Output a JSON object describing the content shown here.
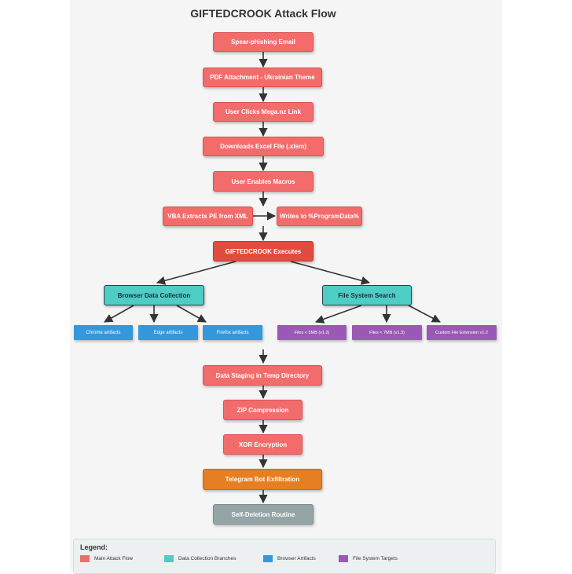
{
  "title": "GIFTEDCROOK Attack Flow",
  "main_flow": {
    "spear_phishing": "Spear-phishing Email",
    "pdf_attachment": "PDF Attachment - Ukrainian Theme",
    "user_clicks": "User Clicks Mega.nz Link",
    "downloads_excel": "Downloads Excel File (.xlsm)",
    "enables_macros": "User Enables Macros",
    "vba_extracts": "VBA Extracts PE from XML",
    "writes_to": "Writes to %ProgramData%",
    "executes": "GIFTEDCROOK Executes"
  },
  "branches": {
    "browser": "Browser Data Collection",
    "filesystem": "File System Search"
  },
  "browser_artifacts": [
    "Chrome artifacts",
    "Edge artifacts",
    "Firefox artifacts"
  ],
  "file_targets": [
    "Files < 5MB (v1.2)",
    "Files < 7MB (v1.3)",
    "Custom File Extension v1.2"
  ],
  "post": {
    "staging": "Data Staging in Temp Directory",
    "zip": "ZIP Compression",
    "xor": "XOR Encryption",
    "telegram": "Telegram Bot Exfiltration",
    "self_delete": "Self-Deletion Routine"
  },
  "legend": {
    "title": "Legend:",
    "items": [
      {
        "label": "Main Attack Flow",
        "color": "#f36c6c"
      },
      {
        "label": "Data Collection Branches",
        "color": "#4ecdc4"
      },
      {
        "label": "Browser Artifacts",
        "color": "#3498db"
      },
      {
        "label": "File System Targets",
        "color": "#9b59b6"
      }
    ]
  },
  "colors": {
    "main": "#f36c6c",
    "execute": "#e24c3f",
    "exfiltration": "#e67e22",
    "self_delete": "#95a5a6",
    "branch": "#4ecdc4",
    "browser_artifact": "#3498db",
    "file_target": "#9b59b6"
  }
}
